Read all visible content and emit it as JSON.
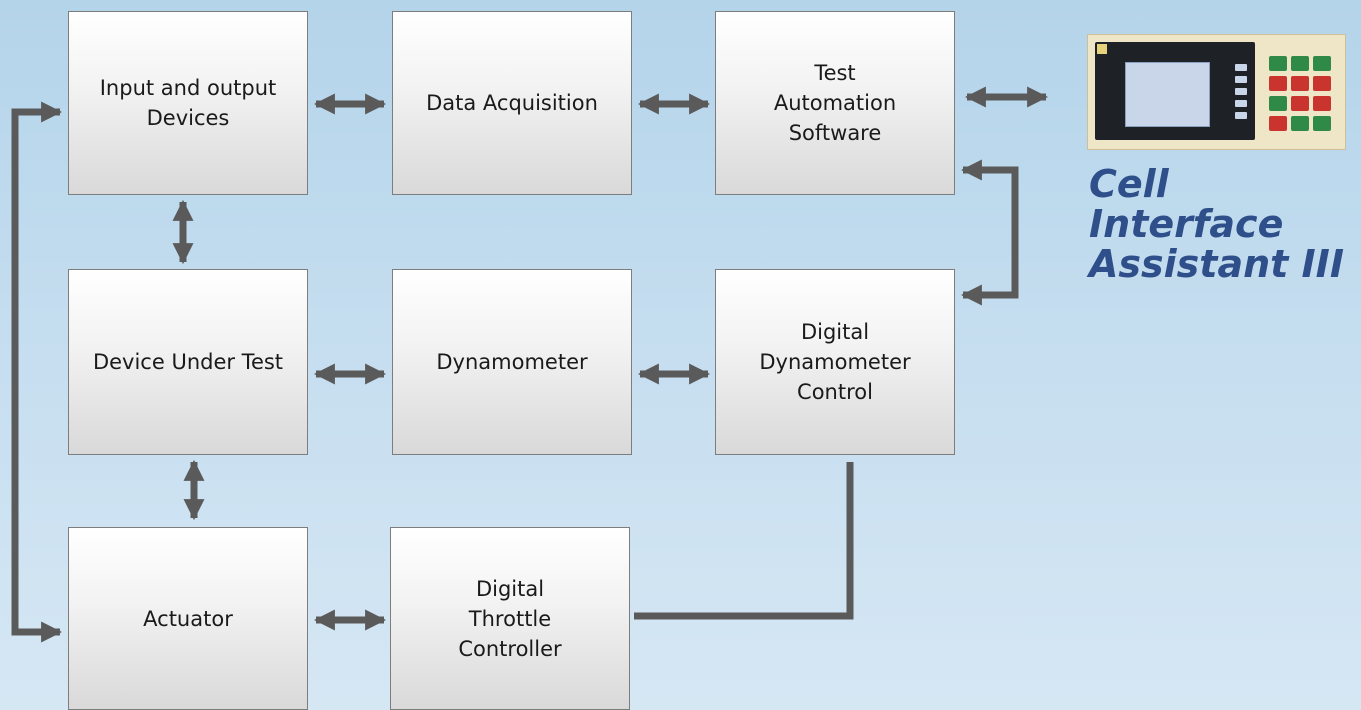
{
  "nodes": {
    "io_devices": "Input and output\nDevices",
    "data_acquisition": "Data Acquisition",
    "test_automation": "Test\nAutomation\nSoftware",
    "device_under_test": "Device Under Test",
    "dynamometer": "Dynamometer",
    "digital_dyno_control": "Digital\nDynamometer\nControl",
    "actuator": "Actuator",
    "digital_throttle": "Digital\nThrottle\nController"
  },
  "product": {
    "title": "Cell\nInterface\nAssistant III"
  },
  "colors": {
    "arrow": "#5a5a5a",
    "title": "#2e4f8a",
    "background_top": "#b4d4ea",
    "background_bottom": "#d6e7f4"
  }
}
